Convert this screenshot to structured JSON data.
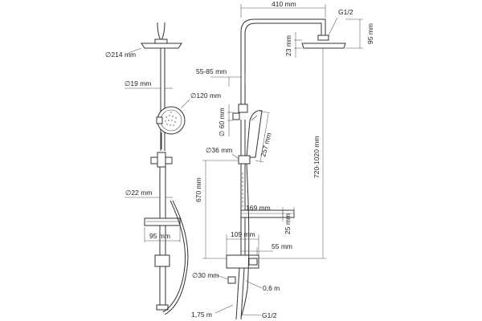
{
  "dimensions": {
    "left_view": {
      "head_diameter": "∅214 mm",
      "rod_diameter": "∅19 mm",
      "hand_shower_diameter": "∅120 mm",
      "lower_rod_diameter": "∅22 mm",
      "shelf_width": "95 mm"
    },
    "right_view": {
      "arm_reach": "410 mm",
      "head_thread": "G1/2",
      "head_offset": "95 mm",
      "head_thickness": "23 mm",
      "wall_offset": "55-85 mm",
      "hand_diameter": "∅ 60 mm",
      "hand_length": "257 mm",
      "holder_diameter": "∅36 mm",
      "rail_height": "670 mm",
      "total_height": "720-1020 mm",
      "shelf_depth": "169 mm",
      "shelf_height": "25 mm",
      "mixer_width": "109 mm",
      "outlet_reach": "55 mm",
      "mixer_diameter": "∅30 mm",
      "hose_length_short": "0,6 m",
      "hose_length_long": "1,75 m",
      "inlet_thread": "G1/2"
    }
  }
}
